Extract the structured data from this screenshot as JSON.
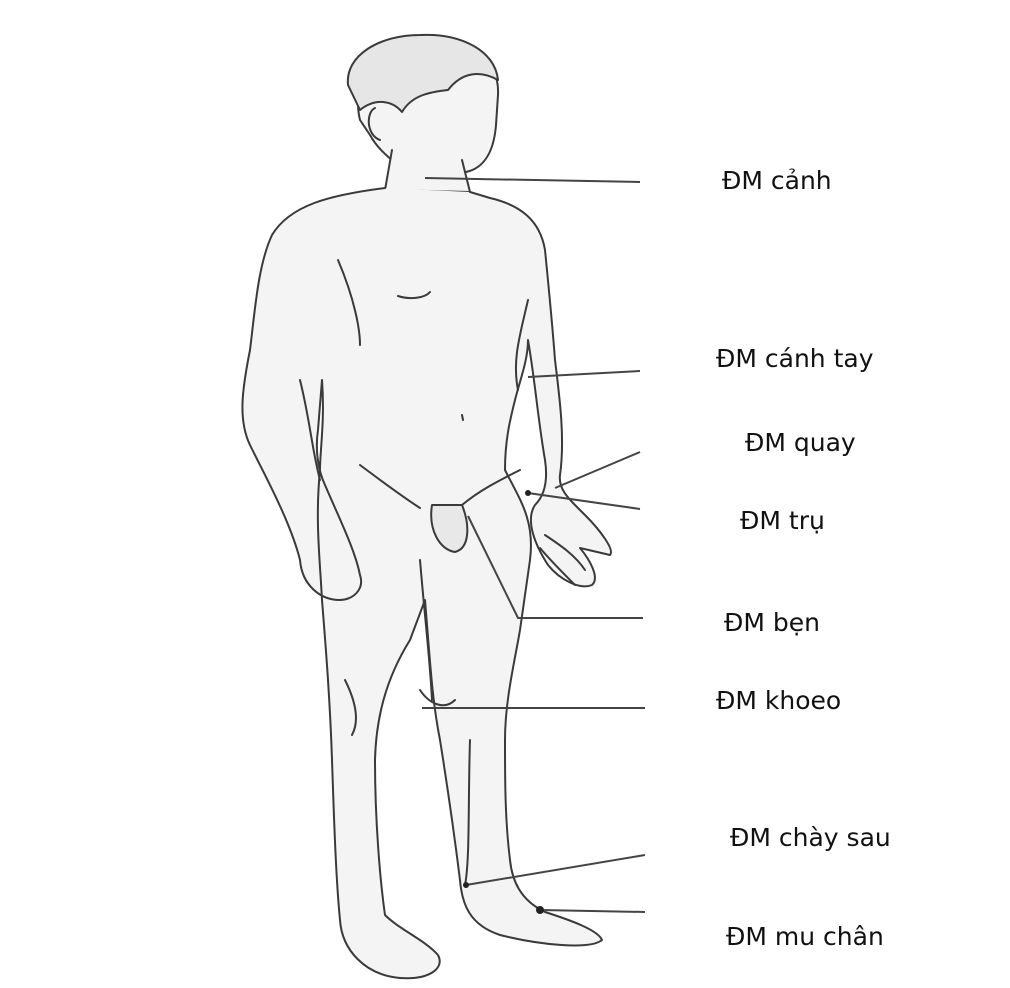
{
  "diagram": {
    "labels": {
      "carotid": "ĐM cảnh",
      "brachial": "ĐM cánh tay",
      "radial": "ĐM quay",
      "ulnar": "ĐM trụ",
      "femoral": "ĐM bẹn",
      "popliteal": "ĐM khoeo",
      "posterior_tibial": "ĐM chày sau",
      "dorsalis_pedis": "ĐM mu chân"
    }
  }
}
